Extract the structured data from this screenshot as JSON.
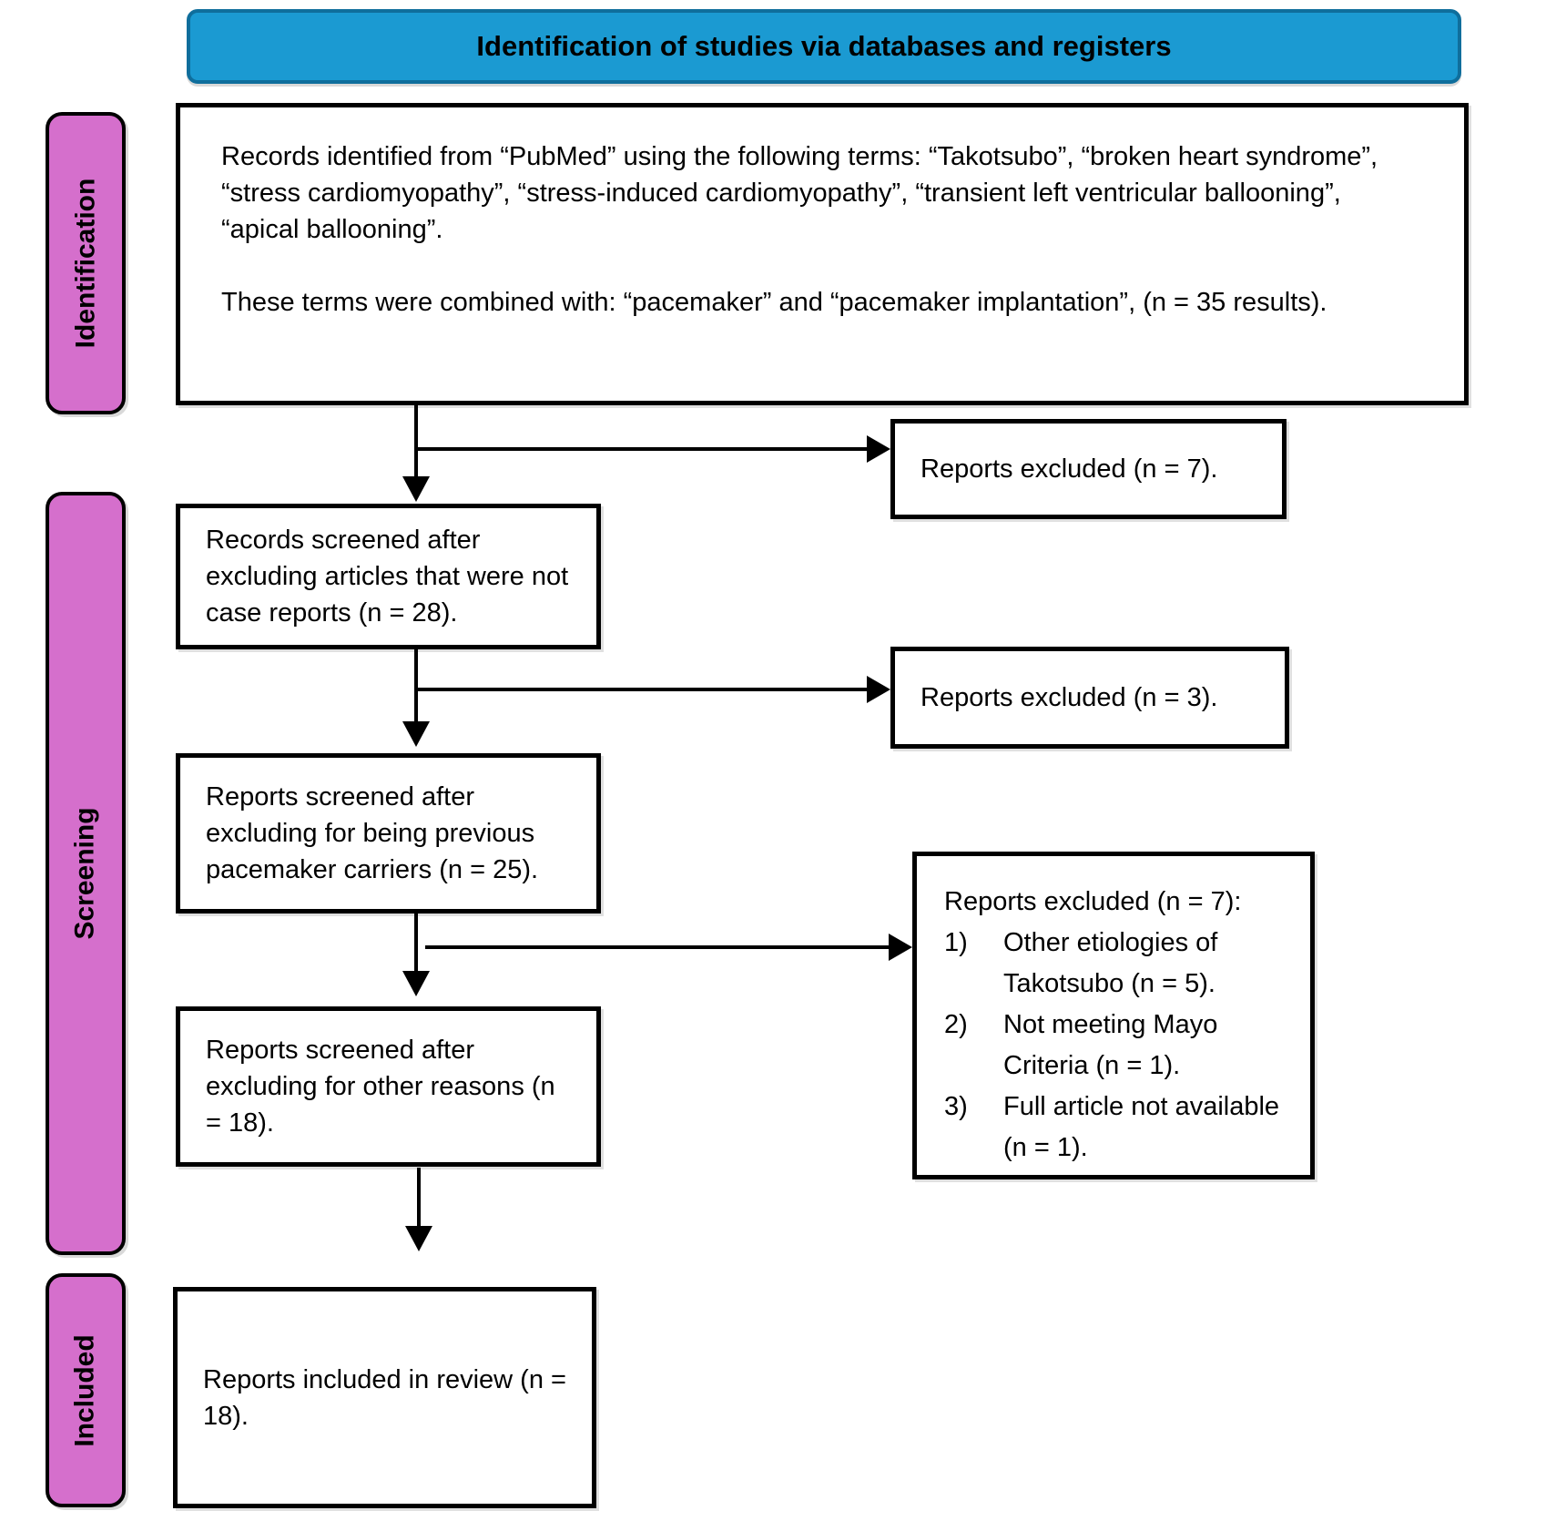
{
  "title": "Identification of studies via databases and registers",
  "stages": [
    {
      "label": "Identification"
    },
    {
      "label": "Screening"
    },
    {
      "label": "Included"
    }
  ],
  "boxes": {
    "records_identified": {
      "paragraph1": "Records identified from “PubMed” using the following terms: “Takotsubo”, “broken heart syndrome”, “stress cardiomyopathy”, “stress-induced cardiomyopathy”, “transient left ventricular ballooning”, “apical ballooning”.",
      "paragraph2": "These terms were combined with: “pacemaker” and “pacemaker implantation”, (n = 35 results)."
    },
    "records_screened": {
      "text": "Records screened after excluding articles that were not case reports (n = 28)."
    },
    "reports_screened_pacemaker": {
      "text": "Reports screened after excluding for being previous pacemaker carriers (n = 25)."
    },
    "reports_screened_other": {
      "text": "Reports screened after excluding for other reasons (n = 18)."
    },
    "reports_included": {
      "text": "Reports included in review (n = 18)."
    }
  },
  "exclusions": {
    "first": {
      "text": "Reports excluded (n = 7)."
    },
    "second": {
      "text": "Reports excluded (n = 3)."
    },
    "third": {
      "heading": "Reports excluded (n = 7):",
      "items": [
        {
          "marker": "1)",
          "text": "Other etiologies of Takotsubo (n = 5)."
        },
        {
          "marker": "2)",
          "text": "Not meeting Mayo Criteria (n = 1)."
        },
        {
          "marker": "3)",
          "text": "Full article not available (n = 1)."
        }
      ]
    }
  },
  "colors": {
    "header_fill": "#1b9ad2",
    "header_border": "#0f6e9c",
    "stage_fill": "#d56fcc",
    "box_border": "#000000"
  }
}
